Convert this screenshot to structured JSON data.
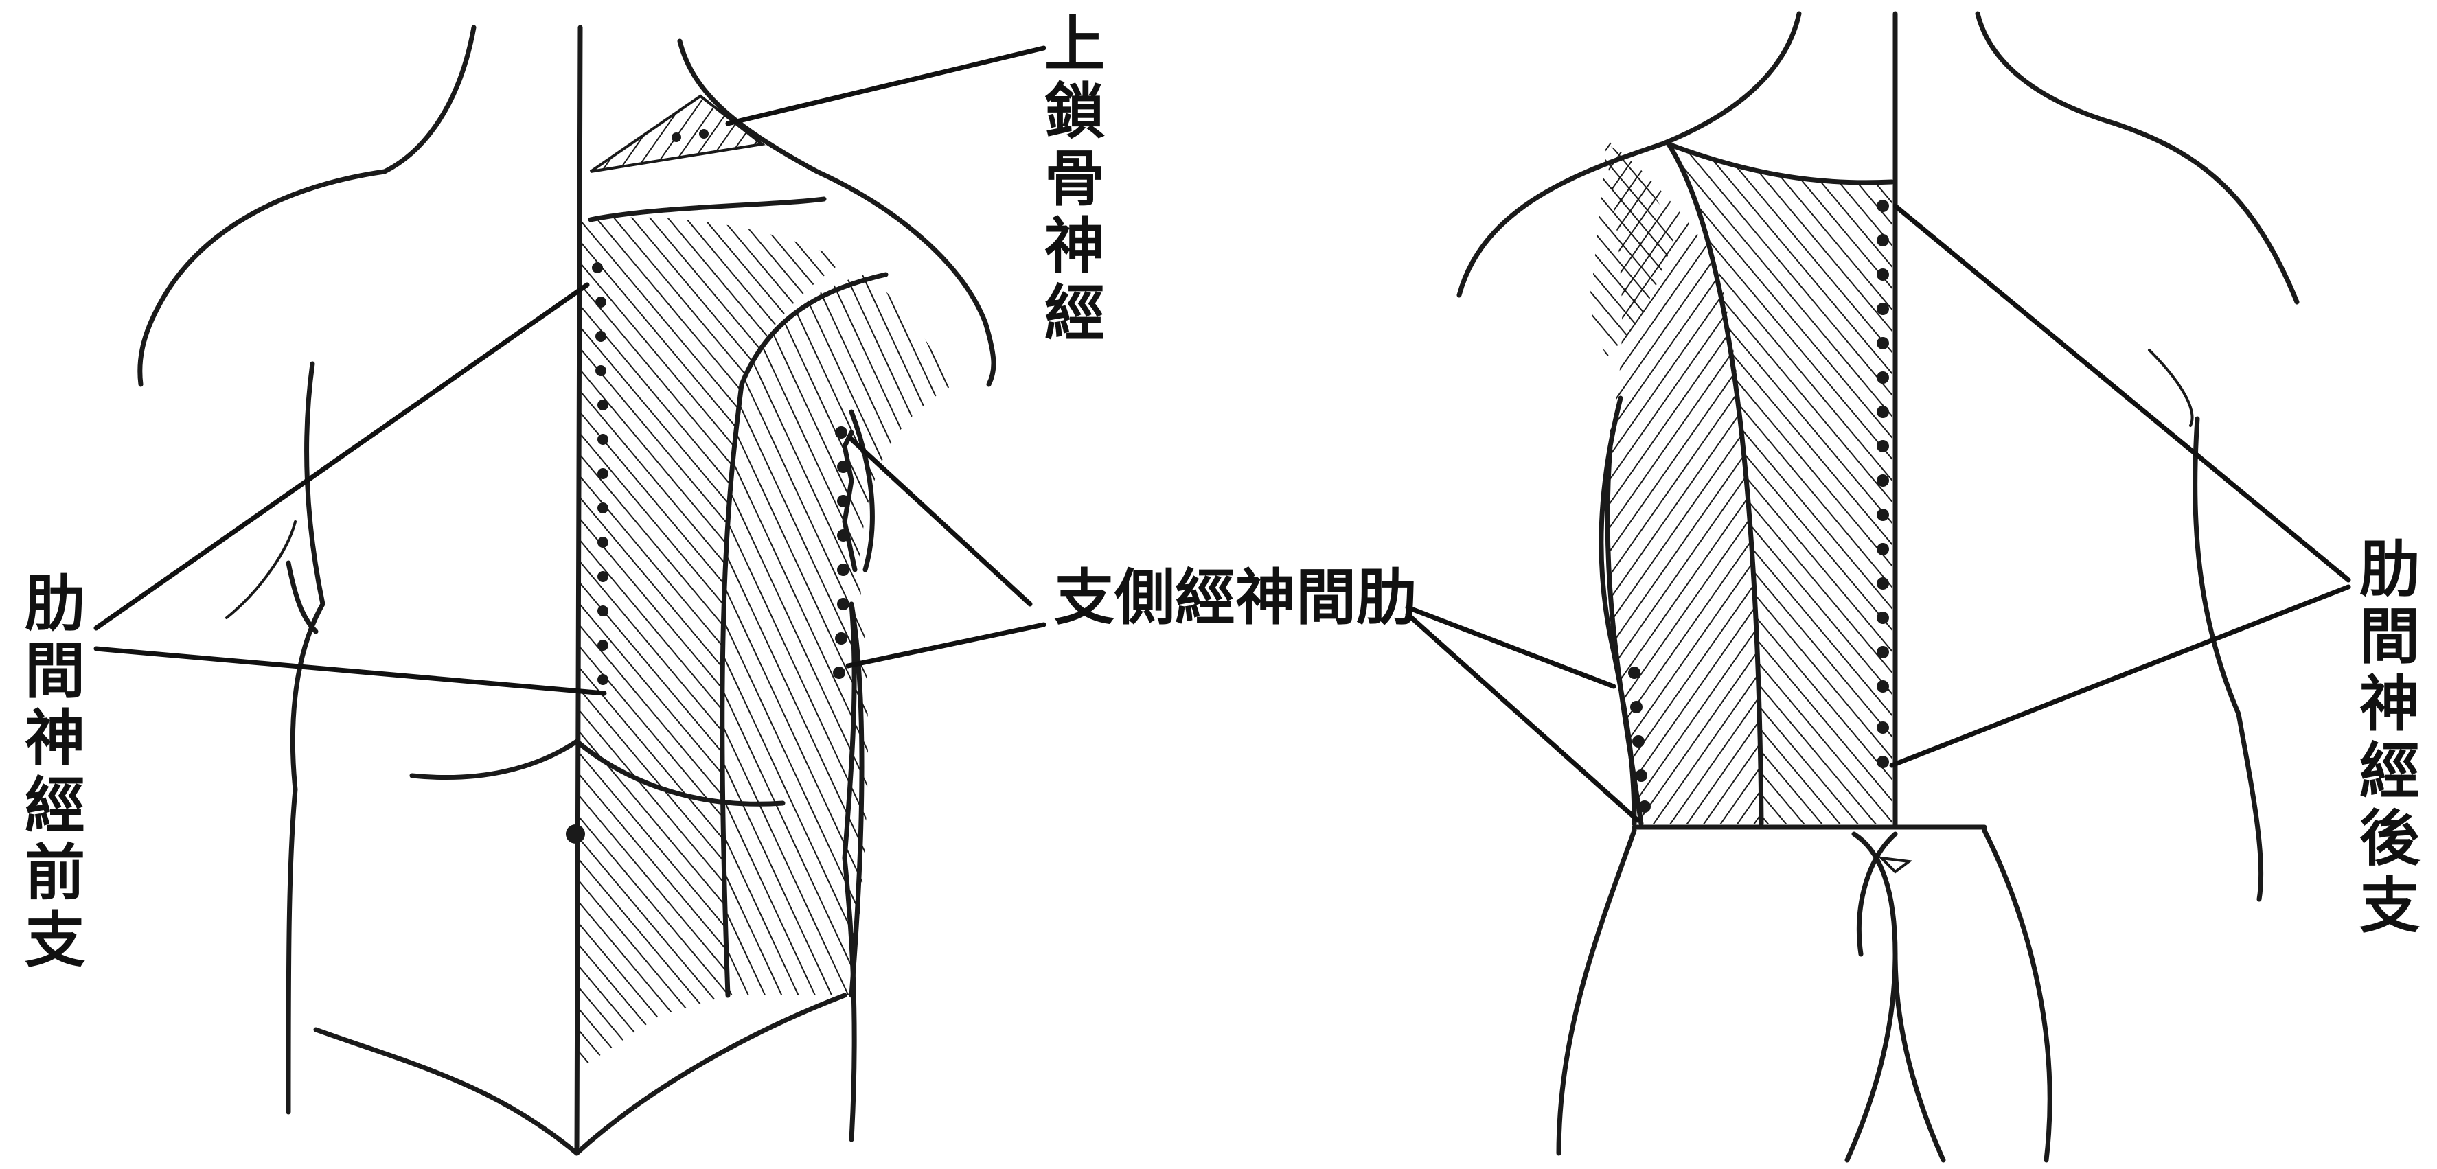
{
  "labels": {
    "supraclavicular": "上鎖骨神經",
    "anterior_branch": "肋間神經前支",
    "lateral_branch": "支側經神間肋",
    "posterior_branch": "肋間神經後支"
  }
}
